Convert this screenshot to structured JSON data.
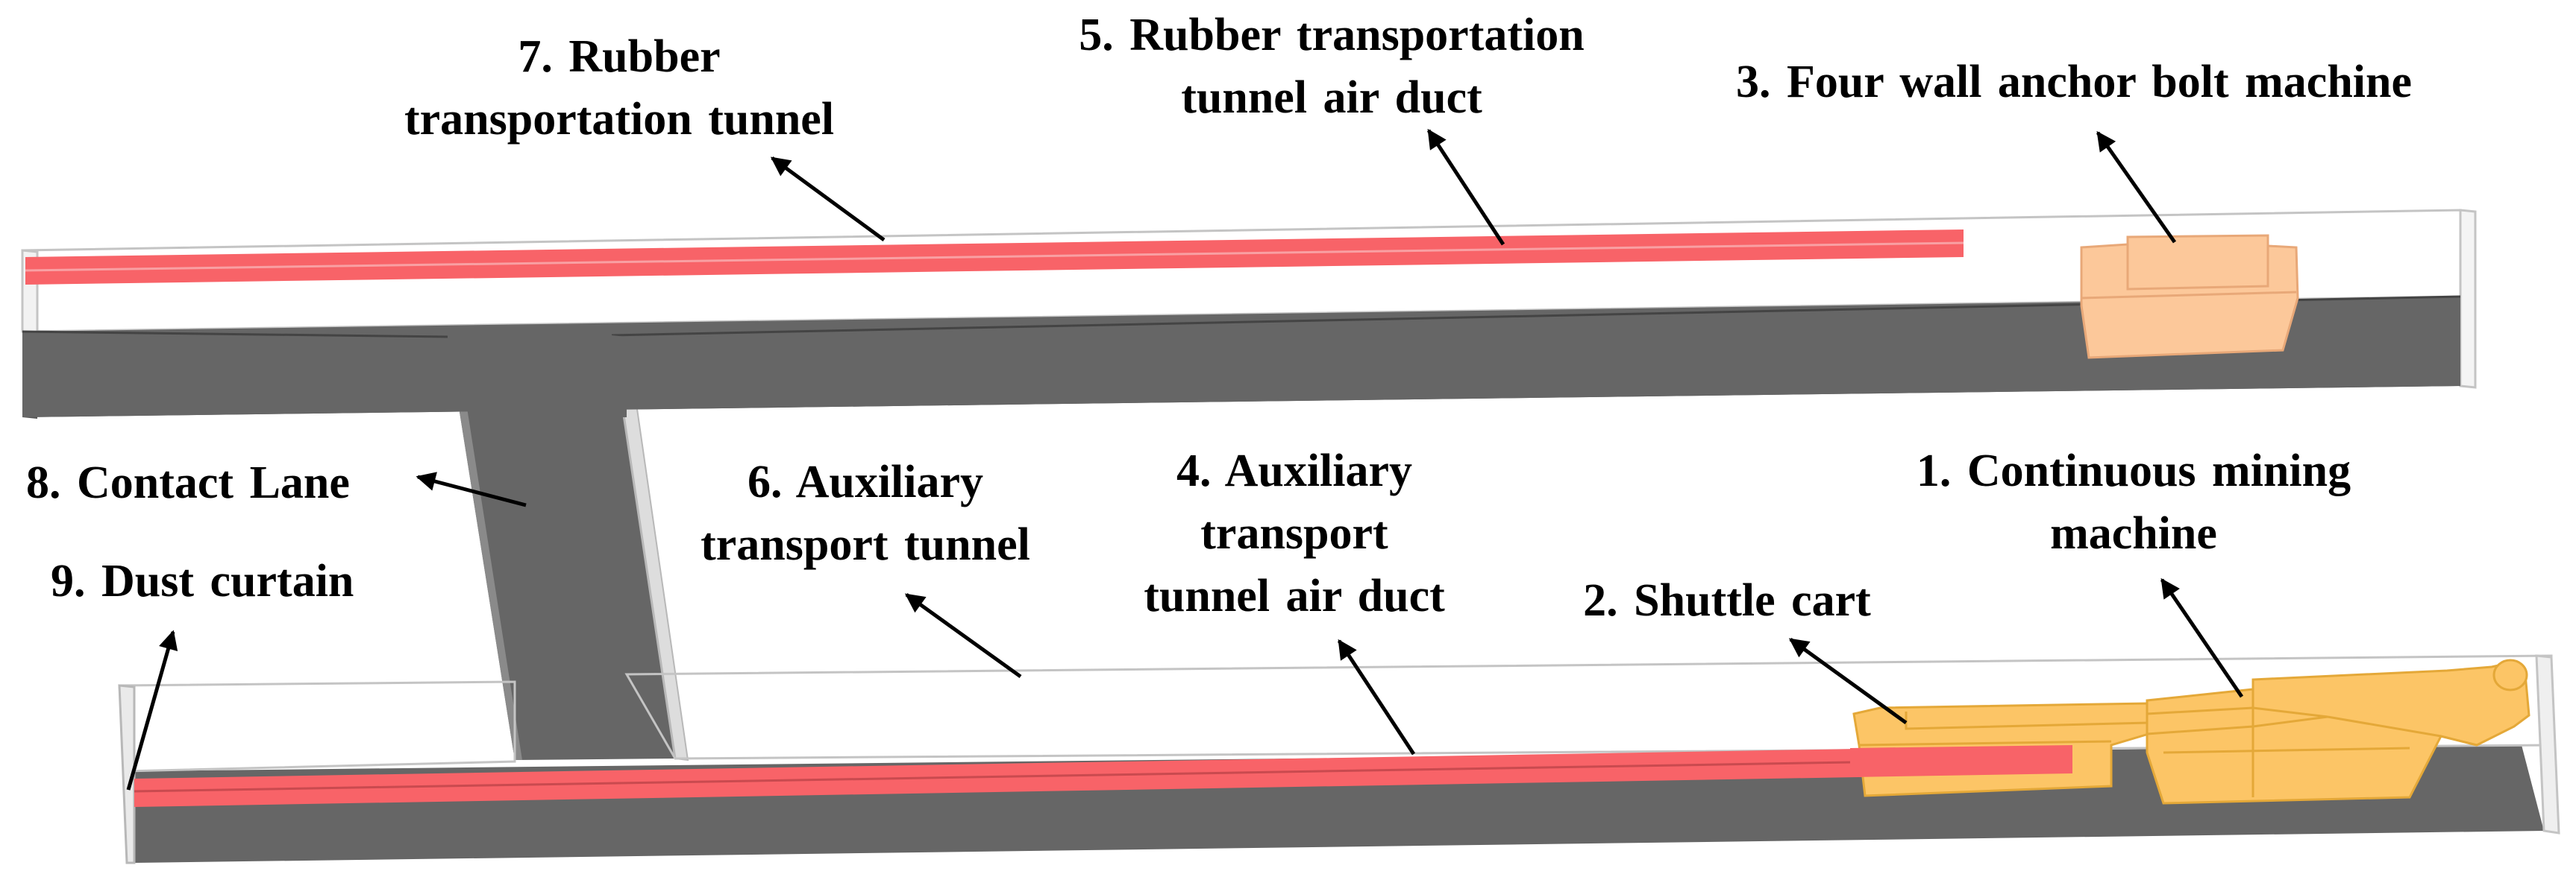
{
  "colors": {
    "tunnel_floor": "#666666",
    "tunnel_edge": "#b8b8b8",
    "air_duct": "#f86368",
    "mining_equipment": "#fcc566",
    "anchor_bolt_machine": "#fcc89a",
    "arrow": "#000000",
    "label_text": "#000000"
  },
  "labels": {
    "continuous_mining_machine": [
      "1. Continuous mining",
      "machine"
    ],
    "shuttle_cart": [
      "2. Shuttle cart"
    ],
    "anchor_bolt_machine": [
      "3. Four wall anchor bolt machine"
    ],
    "auxiliary_air_duct": [
      "4. Auxiliary",
      "transport",
      "tunnel air duct"
    ],
    "rubber_air_duct": [
      "5. Rubber transportation",
      "tunnel air duct"
    ],
    "auxiliary_tunnel": [
      "6. Auxiliary",
      "transport tunnel"
    ],
    "rubber_tunnel": [
      "7. Rubber",
      "transportation tunnel"
    ],
    "contact_lane": [
      "8. Contact Lane"
    ],
    "dust_curtain": [
      "9. Dust curtain"
    ]
  }
}
